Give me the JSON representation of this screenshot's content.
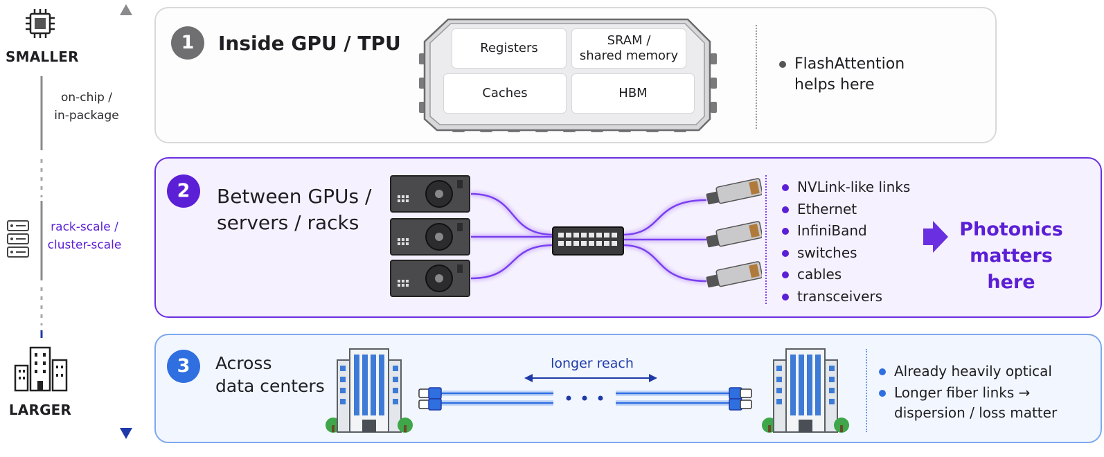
{
  "scale": {
    "top_label": "SMALLER",
    "bottom_label": "LARGER",
    "onchip_lines": [
      "on-chip /",
      "in-package"
    ],
    "rack_lines": [
      "rack-scale /",
      "cluster-scale"
    ]
  },
  "levels": [
    {
      "number": "1",
      "heading_lines": [
        "Inside GPU / TPU"
      ],
      "chip_cells": [
        "Registers",
        "SRAM /\nshared memory",
        "Caches",
        "HBM"
      ],
      "notes": [
        [
          "FlashAttention",
          "helps here"
        ]
      ]
    },
    {
      "number": "2",
      "heading_lines": [
        "Between GPUs /",
        "servers / racks"
      ],
      "notes": [
        "NVLink-like links",
        "Ethernet",
        "InfiniBand",
        "switches",
        "cables",
        "transceivers"
      ],
      "callout_lines": [
        "Photonics",
        "matters here"
      ]
    },
    {
      "number": "3",
      "heading_lines": [
        "Across",
        "data centers"
      ],
      "reach_label": "longer reach",
      "notes": [
        [
          "Already heavily optical"
        ],
        [
          "Longer fiber links →",
          "dispersion / loss matter"
        ]
      ]
    }
  ],
  "colors": {
    "level1": "#6f6f72",
    "level2": "#5b1fd6",
    "level3": "#2f6fe0",
    "axis_top": "#8b8b8e",
    "axis_bottom": "#1f3aa8"
  },
  "icons": [
    "chip-icon",
    "server-rack-icon",
    "building-icon",
    "gpu-server-icon",
    "network-switch-icon",
    "transceiver-icon",
    "data-center-building-icon",
    "fiber-connector-icon",
    "arrow-right-icon"
  ]
}
